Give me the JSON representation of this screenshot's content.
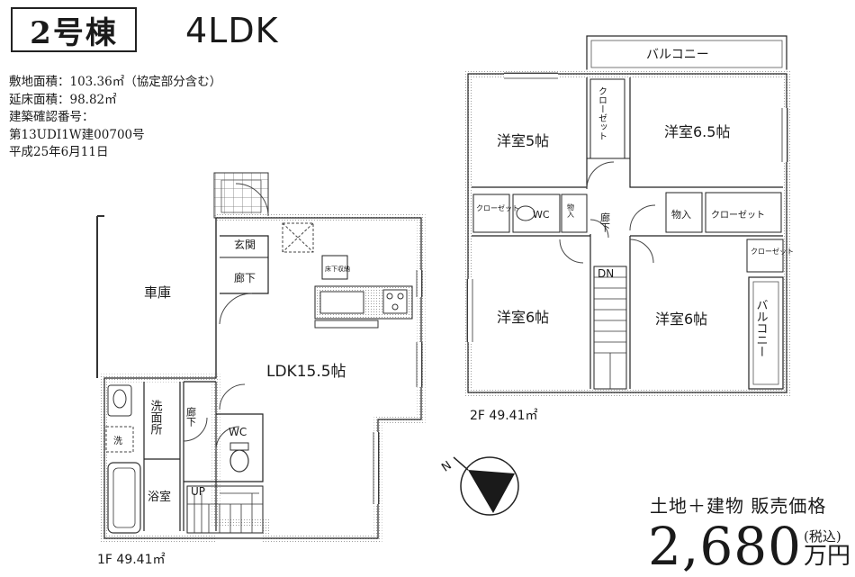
{
  "header": {
    "building": "2号棟",
    "layout_type": "4LDK"
  },
  "property_info": [
    "敷地面積：103.36㎡（協定部分含む）",
    "延床面積：98.82㎡",
    "建築確認番号：",
    "第13UDI1W建00700号",
    "平成25年6月11日"
  ],
  "floor1": {
    "area_label": "1F 49.41㎡",
    "rooms": {
      "garage": "車庫",
      "entrance": "玄関",
      "hall": "廊下",
      "ldk": "LDK15.5帖",
      "floor_storage": "床下収納",
      "hall2": "廊下",
      "wc": "WC",
      "washroom": "洗面所",
      "washer": "洗",
      "bath": "浴室",
      "up": "UP"
    }
  },
  "floor2": {
    "area_label": "2F 49.41㎡",
    "rooms": {
      "balcony_top": "バルコニー",
      "room_5": "洋室5帖",
      "closet_a": "クローゼット",
      "room_6_5": "洋室6.5帖",
      "closet_b": "クローゼット",
      "wc": "WC",
      "storage_small": "物入",
      "hall": "廊下",
      "storage_in": "物入",
      "closet_c": "クローゼット",
      "closet_d": "クローゼット",
      "room_6_left": "洋室6帖",
      "room_6_right": "洋室6帖",
      "dn": "DN",
      "balcony_side": "バルコニー"
    }
  },
  "compass": {
    "label": "N"
  },
  "price": {
    "label": "土地＋建物 販売価格",
    "value": "2,680",
    "tax": "(税込)",
    "unit": "万円"
  }
}
